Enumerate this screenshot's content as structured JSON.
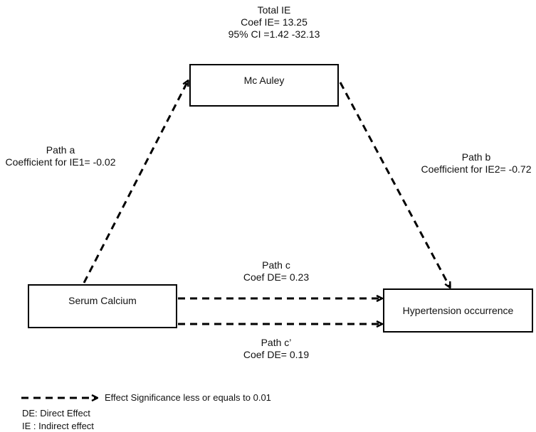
{
  "total_ie": {
    "title": "Total IE",
    "coef": "Coef IE= 13.25",
    "ci": "95% CI =1.42 -32.13"
  },
  "nodes": {
    "mediator": "Mc Auley",
    "exposure": "Serum Calcium",
    "outcome": "Hypertension occurrence"
  },
  "path_a": {
    "title": "Path a",
    "coef": "Coefficient for IE1= -0.02"
  },
  "path_b": {
    "title": "Path b",
    "coef": "Coefficient for IE2= -0.72"
  },
  "path_c": {
    "title": "Path c",
    "coef": "Coef DE= 0.23"
  },
  "path_c_prime": {
    "title": "Path c’",
    "coef": "Coef DE= 0.19"
  },
  "legend": {
    "arrow_meaning": "Effect Significance less or equals to 0.01",
    "de": "DE: Direct Effect",
    "ie": "IE : Indirect effect"
  },
  "colors": {
    "stroke": "#000000",
    "background": "#ffffff"
  }
}
